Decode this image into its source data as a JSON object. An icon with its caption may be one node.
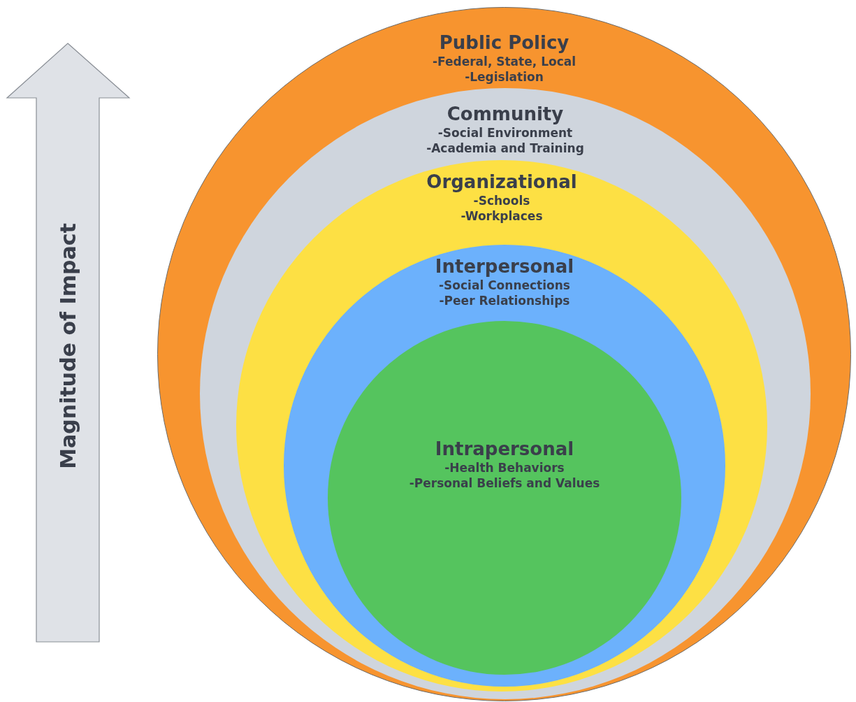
{
  "diagram": {
    "nodes": [
      {
        "text": [
          "Magnitude of Impact"
        ]
      },
      {
        "text": [
          "Public Policy",
          "-Federal, State, Local",
          "-Legislation"
        ]
      },
      {
        "text": [
          "Community",
          "-Social Environment",
          "-Academia and Training"
        ],
        "in": 1
      },
      {
        "text": [
          "Organizational",
          "-Schools",
          "-Workplaces"
        ],
        "in": 2
      },
      {
        "text": [
          "Interpersonal",
          "-Social Connections",
          "-Peer Relationships"
        ],
        "in": 3
      },
      {
        "text": [
          "Intrapersonal",
          "-Health Behaviors",
          "-Personal Beliefs and Values"
        ],
        "in": 4
      }
    ],
    "edges": []
  }
}
